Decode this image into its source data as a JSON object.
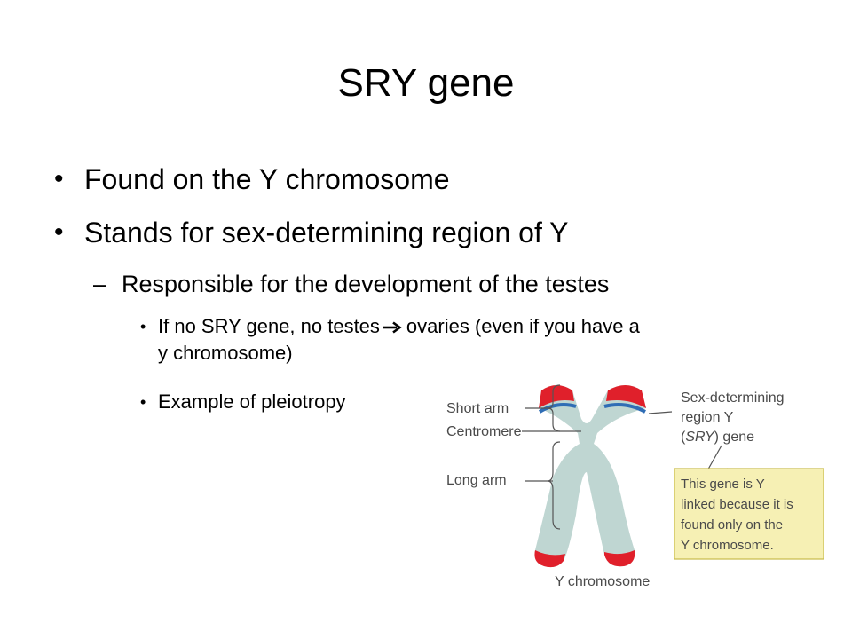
{
  "slide": {
    "title": "SRY gene",
    "bullets": [
      "Found on the Y chromosome",
      "Stands for sex-determining region of Y"
    ],
    "sub_bullet": "Responsible for the development of the testes",
    "sub_sub_bullets": {
      "first_part1": "If no SRY gene, no testes",
      "first_part2": "ovaries (even if you have a",
      "first_line2": "y chromosome)",
      "second": "Example of pleiotropy"
    }
  },
  "figure": {
    "label_short_arm": "Short arm",
    "label_centromere": "Centromere",
    "label_long_arm": "Long arm",
    "label_sry_line1": "Sex-determining",
    "label_sry_line2": "region Y",
    "label_sry_line3_open": "(",
    "label_sry_line3_italic": "SRY",
    "label_sry_line3_close": ") gene",
    "callout_lines": [
      "This gene is Y",
      "linked because it is",
      "found only on the",
      "Y chromosome."
    ],
    "caption": "Y chromosome",
    "colors": {
      "chromosome": "#bfd6d2",
      "tips": "#e0202b",
      "band": "#2f6db5",
      "callout_fill": "#f6f0b4",
      "callout_stroke": "#c9bb4a",
      "label_text": "#4a4a4a"
    }
  }
}
